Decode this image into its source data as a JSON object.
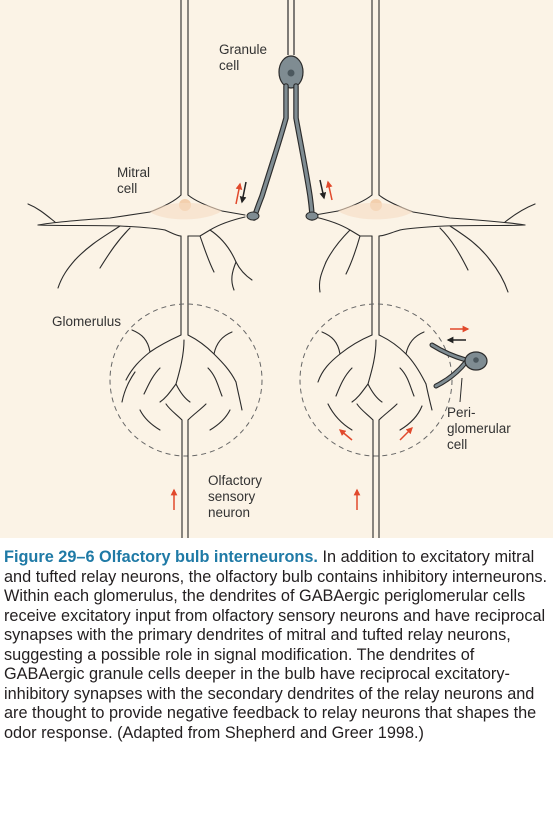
{
  "labels": {
    "granule": [
      "Granule",
      "cell"
    ],
    "mitral": [
      "Mitral",
      "cell"
    ],
    "glomerulus": "Glomerulus",
    "olfactory": [
      "Olfactory",
      "sensory",
      "neuron"
    ],
    "periglomerular": [
      "Peri-",
      "glomerular",
      "cell"
    ]
  },
  "caption": {
    "figure_number": "Figure 29–6",
    "title": "Olfactory bulb interneurons.",
    "body": "In addition to excitatory mitral and tufted relay neurons, the olfactory bulb contains inhibitory interneurons. Within each glomerulus, the dendrites of GABAergic periglomerular cells receive excitatory input from olfactory sensory neurons and have reciprocal synapses with the primary dendrites of mitral and tufted relay neurons, suggesting a possible role in signal modification. The dendrites of GABAergic granule cells deeper in the bulb have reciprocal excitatory-inhibitory synapses with the secondary dendrites of the relay neurons and are thought to provide negative feedback to relay neurons that shapes the odor response. (Adapted from Shepherd and Greer 1998.)"
  },
  "colors": {
    "background": "#fbf3e6",
    "neuron_outline": "#2b2b2b",
    "interneuron_fill": "#7f8c92",
    "soma_fill": "#f6dcc3",
    "arrow_excitatory": "#e1492c",
    "arrow_inhibitory": "#222222",
    "caption_accent": "#1f7aa6"
  }
}
